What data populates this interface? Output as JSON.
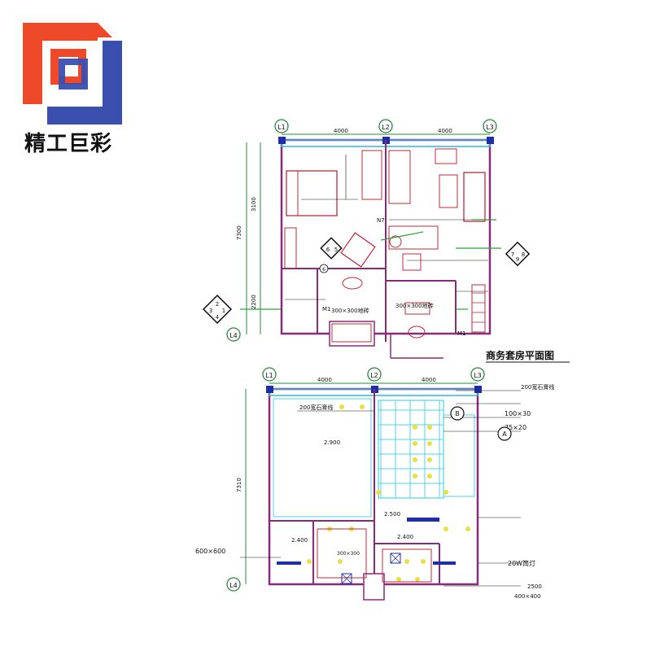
{
  "brand": {
    "name": "精工巨彩"
  },
  "plan_top": {
    "title": "商务套房平面图",
    "axes": [
      "L1",
      "L2",
      "L3",
      "L4"
    ],
    "dims": {
      "span1": "4000",
      "span2": "4000",
      "total_height": "7300",
      "left_upper": "3100",
      "left_lower": "2200"
    },
    "markers": {
      "left": [
        "2",
        "3",
        "1",
        "4"
      ],
      "right": [
        "7",
        "9",
        "8"
      ],
      "mid": [
        "6",
        "5"
      ],
      "mid_small": "6"
    },
    "rooms": {
      "n7": "N7",
      "m1": "M1",
      "m1_right": "M1"
    },
    "labels": {
      "bath_tile": "300×300地砖",
      "bath_tile2": "300×300地砖"
    }
  },
  "plan_bottom": {
    "axes": [
      "L1",
      "L2",
      "L3",
      "L4"
    ],
    "dims": {
      "span1": "4000",
      "span2": "4000",
      "total_height": "7310"
    },
    "levels": [
      "2.900",
      "2.500",
      "2.400",
      "2.400"
    ],
    "markers": {
      "b": "B",
      "a": "A"
    },
    "labels": {
      "ceiling_top": "200宽石膏线",
      "ceiling_size": "100×30",
      "wood_size": "75×20",
      "panel_left": "600×600",
      "lamp": "20W筒灯",
      "grid": "300×300",
      "bottom_right": "2500",
      "bottom_right2": "400×400"
    }
  }
}
